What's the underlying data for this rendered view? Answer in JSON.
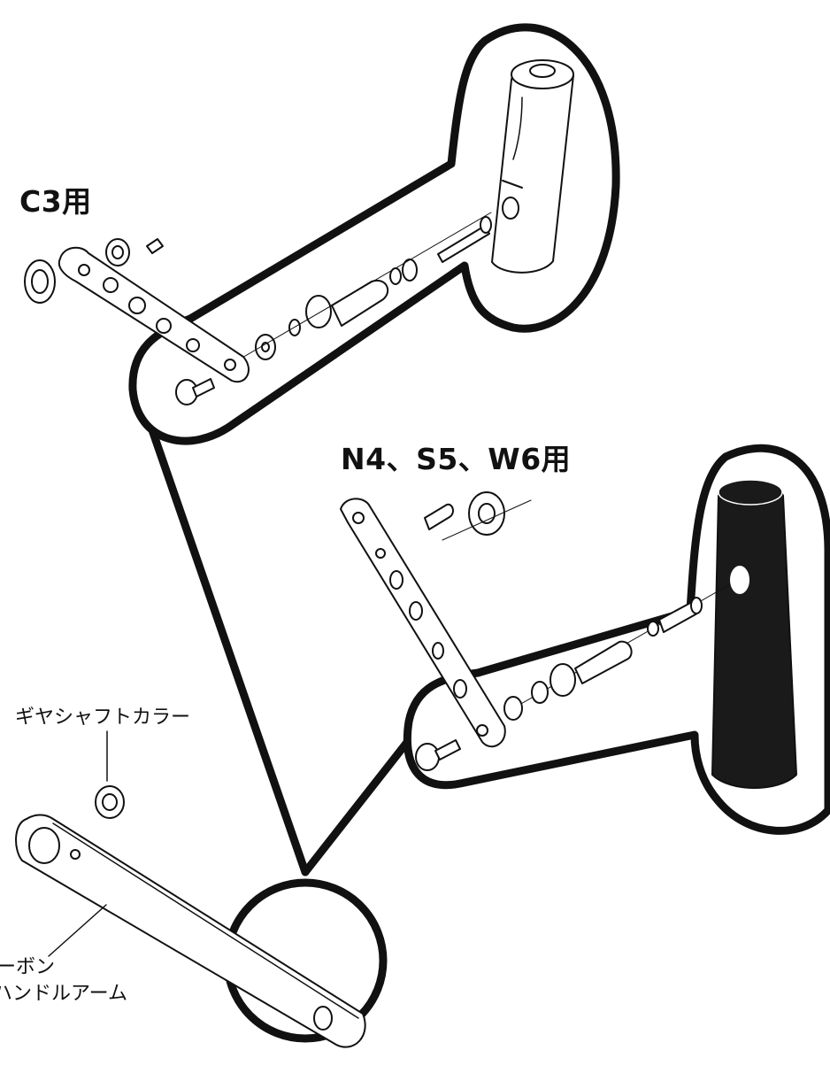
{
  "labels": {
    "c3": "C3用",
    "n4s5w6": "N4、S5、W6用",
    "gear_shaft_collar": "ギヤシャフトカラー",
    "carbon_line1": "ーボン",
    "carbon_line2": "ハンドルアーム"
  },
  "colors": {
    "stroke": "#111111",
    "knob_dark": "#1a1a1a",
    "background": "#ffffff"
  }
}
